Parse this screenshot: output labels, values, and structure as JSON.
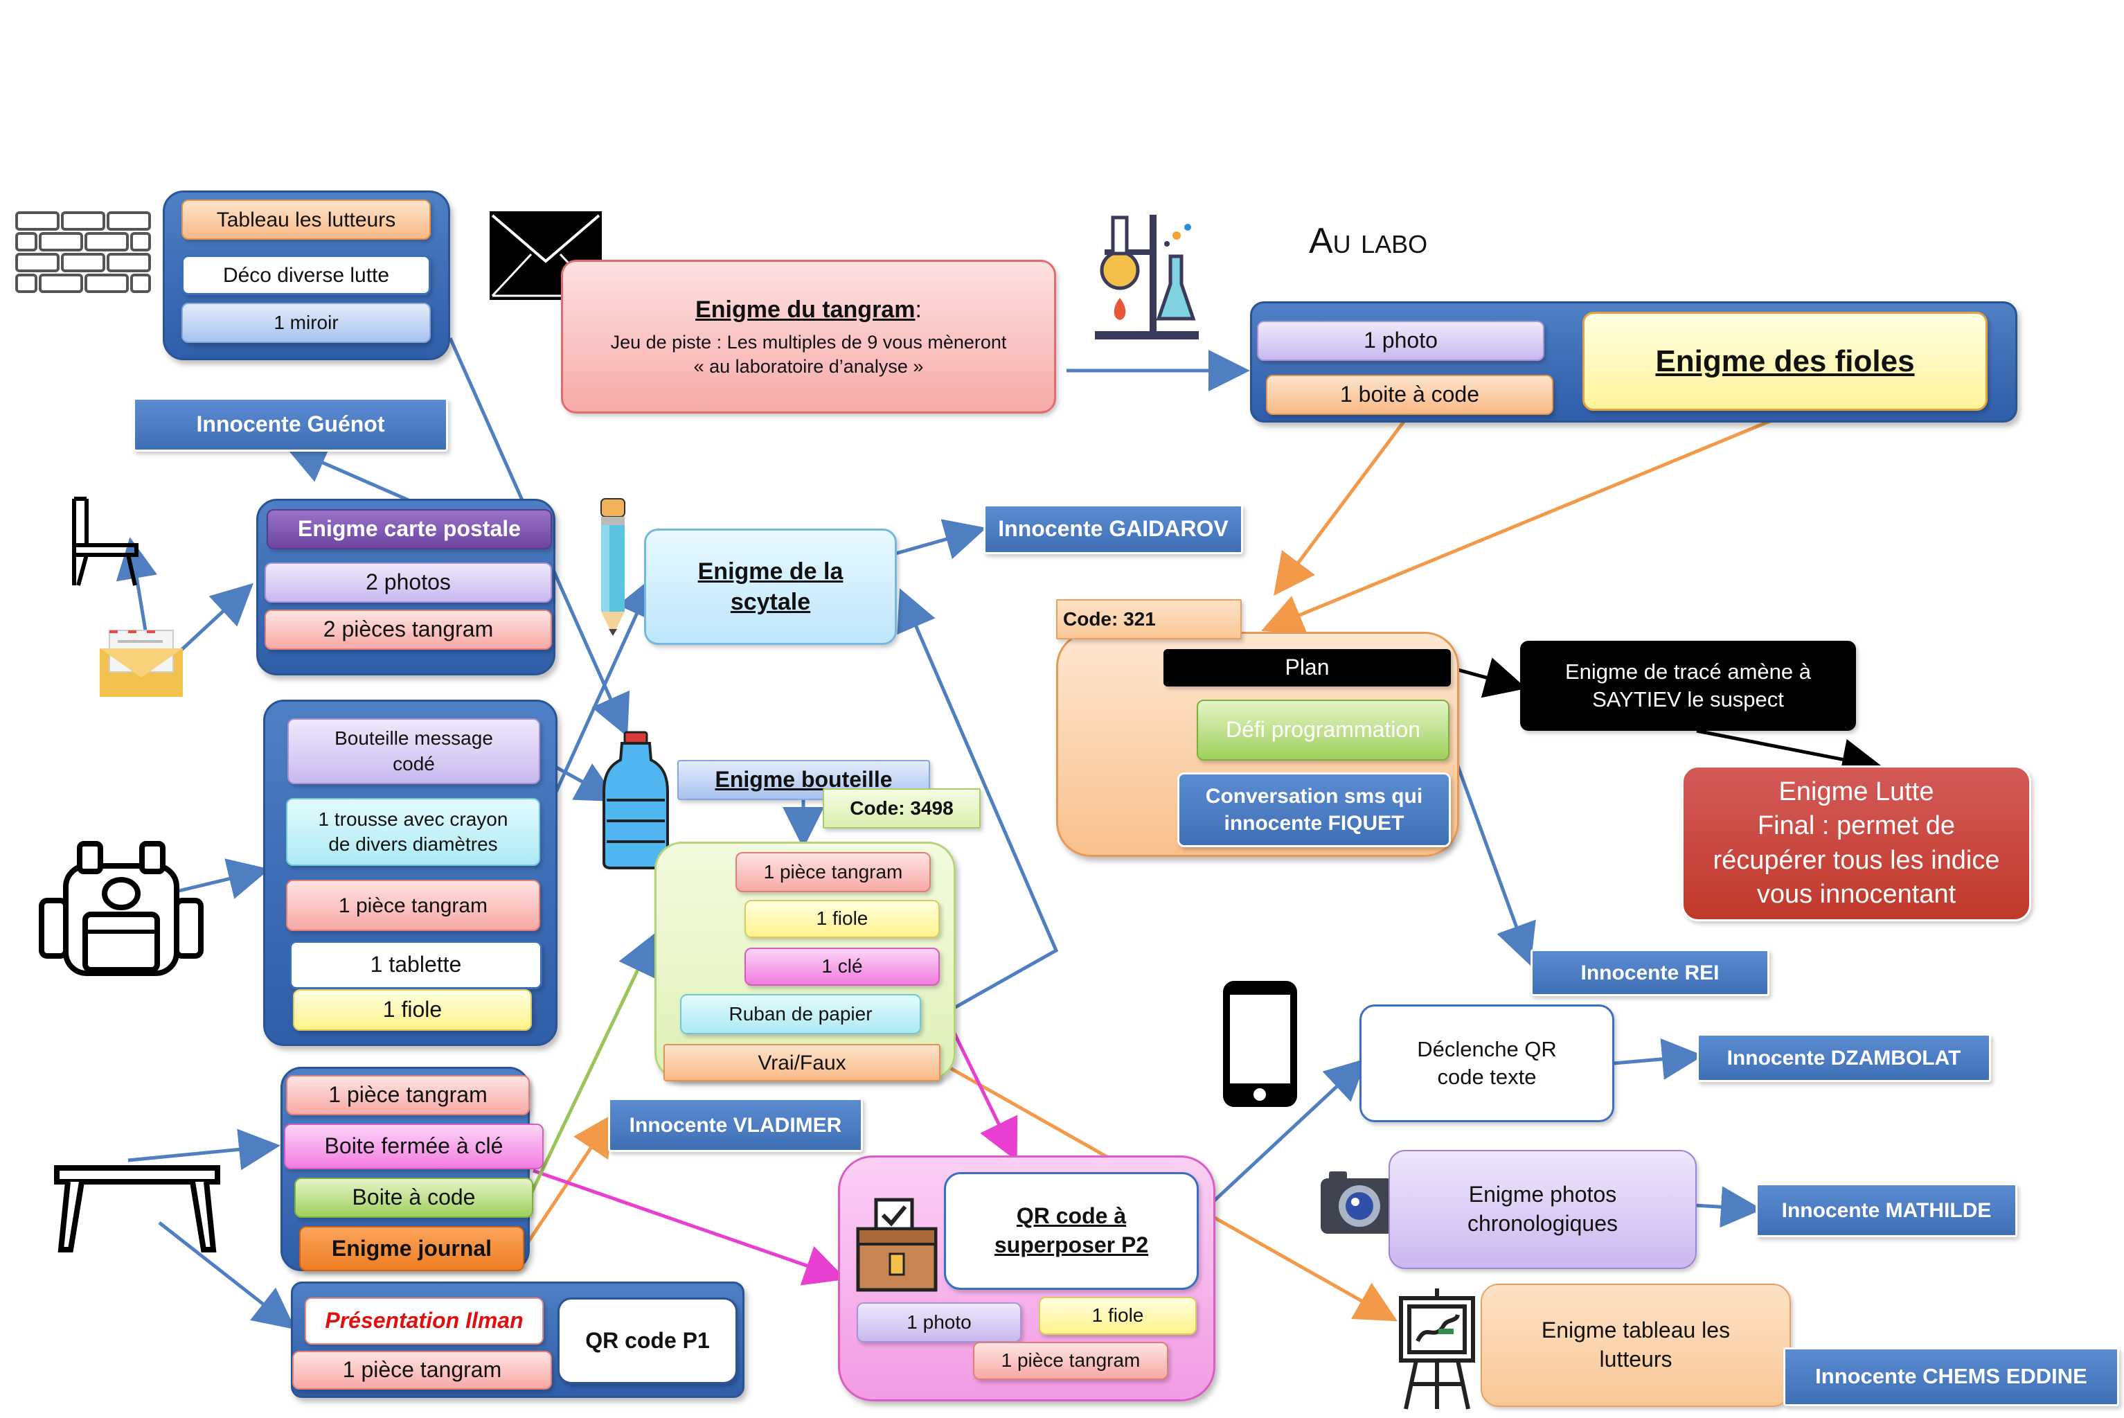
{
  "title_labo": "Au labo",
  "wall_group": {
    "b1": "Tableau les lutteurs",
    "b2": "Déco diverse lutte",
    "b3": "1 miroir"
  },
  "tangram": {
    "title": "Enigme du tangram",
    "colon": ":",
    "line1": "Jeu de piste : Les multiples de 9 vous mèneront",
    "line2": "« au  laboratoire d’analyse »"
  },
  "labo_group": {
    "photo": "1 photo",
    "boite": "1 boite à code",
    "fioles": "Enigme des fioles"
  },
  "innocente_guenot": "Innocente  Guénot",
  "carte_postale": {
    "title": "Enigme carte postale",
    "photos": "2 photos",
    "tangram": "2 pièces tangram"
  },
  "scytale": {
    "line1": "Enigme de la",
    "line2": "scytale"
  },
  "innocente_gaidarov": "Innocente GAIDAROV",
  "code321": "Code: 321",
  "plan_group": {
    "plan": "Plan",
    "defi": "Défi programmation",
    "sms1": "Conversation sms qui",
    "sms2": "innocente FIQUET"
  },
  "trace": {
    "line1": "Enigme de tracé amène à",
    "line2": "SAYTIEV le suspect"
  },
  "lutte": {
    "line1": "Enigme Lutte",
    "line2": "Final : permet de",
    "line3": "récupérer tous les indice",
    "line4": "vous innocentant"
  },
  "sac_group": {
    "bouteille1": "Bouteille message",
    "bouteille2": "codé",
    "trousse1": "1 trousse avec crayon",
    "trousse2": "de divers diamètres",
    "tangram": "1 pièce tangram",
    "tablette": "1 tablette",
    "fiole": "1 fiole"
  },
  "bouteille": {
    "title": "Enigme bouteille",
    "code": "Code: 3498",
    "tangram": "1 pièce tangram",
    "fiole": "1 fiole",
    "cle": "1 clé",
    "ruban": "Ruban de papier",
    "vrai": "Vrai/Faux"
  },
  "innocente_rei": "Innocente REI",
  "qr_texte": {
    "line1": "Déclenche QR",
    "line2": "code texte"
  },
  "innocente_dzambolat": "Innocente DZAMBOLAT",
  "table_group": {
    "tangram": "1 pièce tangram",
    "boite_cle": "Boite fermée à clé",
    "boite_code": "Boite  à code",
    "journal": "Enigme journal"
  },
  "innocente_vladimer": "Innocente VLADIMER",
  "qr_p2": {
    "line1": "QR code à",
    "line2": "superposer P2",
    "photo": "1 photo",
    "fiole": "1 fiole",
    "tangram": "1 pièce tangram"
  },
  "photos_chrono": {
    "line1": "Enigme photos",
    "line2": "chronologiques"
  },
  "innocente_mathilde": "Innocente MATHILDE",
  "presentation": {
    "title": "Présentation Ilman",
    "tangram": "1 pièce tangram",
    "qr": "QR code  P1"
  },
  "tableau_lutteurs": {
    "line1": "Enigme tableau les",
    "line2": "lutteurs"
  },
  "innocente_chems": "Innocente CHEMS EDDINE",
  "colors": {
    "blue_line": "#4f7fc0",
    "orange_line": "#f29a4a",
    "magenta_line": "#e83fd0",
    "green_line": "#9bc55a",
    "black_line": "#000000"
  },
  "icons": [
    "brick-wall-icon",
    "envelope-icon",
    "lab-flask-icon",
    "chair-icon",
    "mail-letter-icon",
    "pencil-icon",
    "water-bottle-icon",
    "backpack-icon",
    "padlock-icon",
    "table-icon",
    "smartphone-icon",
    "camera-icon",
    "easel-icon",
    "checkbox-icon"
  ]
}
